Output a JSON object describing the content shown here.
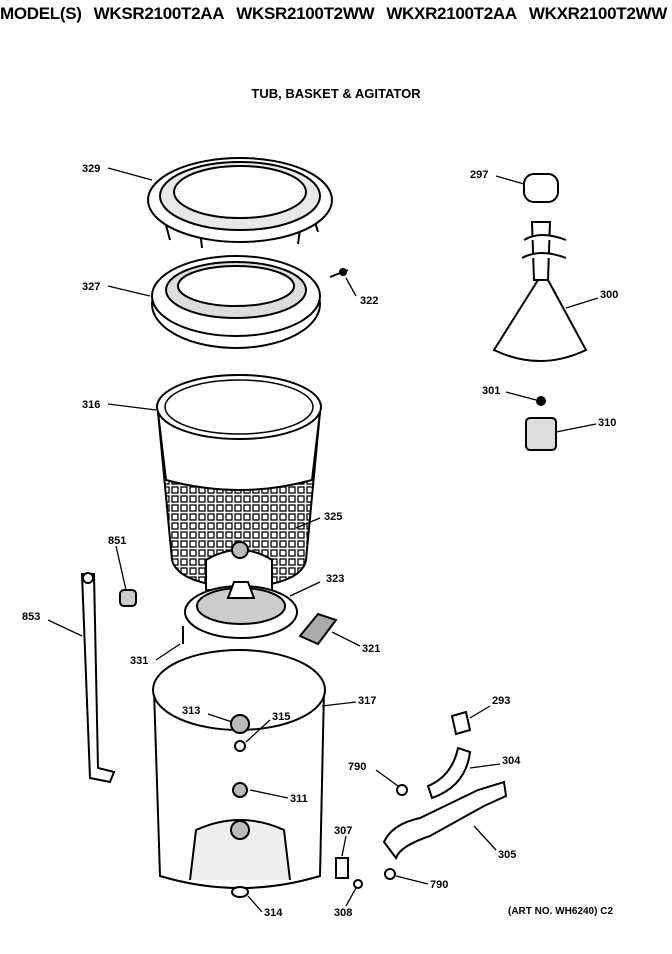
{
  "header": {
    "prefix": "MODEL(S)",
    "models": [
      "WKSR2100T2AA",
      "WKSR2100T2WW",
      "WKXR2100T2AA",
      "WKXR2100T2WW"
    ]
  },
  "title": "TUB, BASKET & AGITATOR",
  "art_number": "(ART NO. WH6240) C2",
  "callouts": [
    {
      "id": "329"
    },
    {
      "id": "327"
    },
    {
      "id": "322"
    },
    {
      "id": "316"
    },
    {
      "id": "325"
    },
    {
      "id": "323"
    },
    {
      "id": "321"
    },
    {
      "id": "331"
    },
    {
      "id": "851"
    },
    {
      "id": "853"
    },
    {
      "id": "317"
    },
    {
      "id": "313"
    },
    {
      "id": "315"
    },
    {
      "id": "311"
    },
    {
      "id": "314"
    },
    {
      "id": "307"
    },
    {
      "id": "308"
    },
    {
      "id": "790"
    },
    {
      "id": "790"
    },
    {
      "id": "293"
    },
    {
      "id": "304"
    },
    {
      "id": "305"
    },
    {
      "id": "297"
    },
    {
      "id": "300"
    },
    {
      "id": "301"
    },
    {
      "id": "310"
    }
  ]
}
